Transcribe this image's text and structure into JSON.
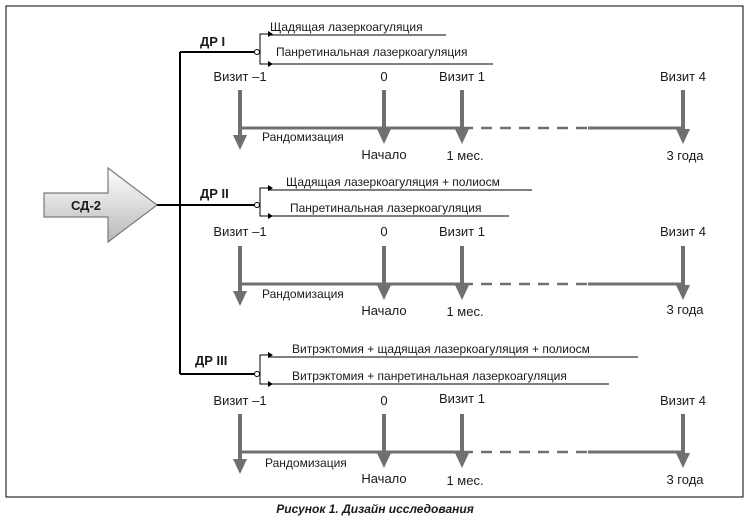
{
  "source_label": "СД-2",
  "caption": "Рисунок 1. Дизайн исследования",
  "timeline_labels": {
    "visit_minus1": "Визит –1",
    "visit_0": "0",
    "visit_1": "Визит 1",
    "visit_4": "Визит 4",
    "randomization": "Рандомизация",
    "start": "Начало",
    "month1": "1 мес.",
    "years3": "3 года"
  },
  "groups": [
    {
      "label": "ДР I",
      "options": [
        "Щадящая лазеркоагуляция",
        "Панретинальная лазеркоагуляция"
      ]
    },
    {
      "label": "ДР II",
      "options": [
        "Щадящая лазеркоагуляция + полиосм",
        "Панретинальная лазеркоагуляция"
      ]
    },
    {
      "label": "ДР III",
      "options": [
        "Витрэктомия + щадящая лазеркоагуляция + полиосм",
        "Витрэктомия + панретинальная лазеркоагуляция"
      ]
    }
  ],
  "colors": {
    "frame": "#000000",
    "arrow_fill_top": "#ffffff",
    "arrow_fill_bottom": "#bdbdbd",
    "timeline": "#707070"
  }
}
